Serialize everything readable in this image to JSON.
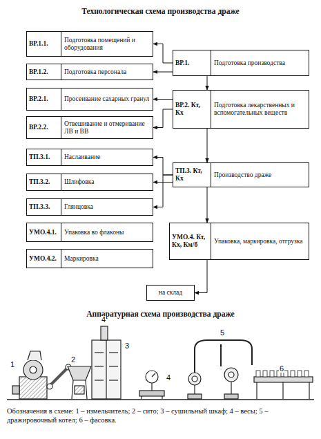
{
  "diagram": {
    "title": "Технологическая схема производства драже",
    "caption": "Обозначения в схеме: 1 – измельчитель; 2 – сито; 3 – сушильный шкаф; 4 – весы; 5 – дражировочный котел; 6 – фасовка.",
    "nodes": [
      {
        "text": [
          "ВР.1.1.",
          "Подготовка помещений и оборудования"
        ]
      },
      {
        "text": [
          "ВР.1.",
          "Подготовка производства"
        ]
      },
      {
        "text": [
          "ВР.1.2.",
          "Подготовка персонала"
        ]
      },
      {
        "text": [
          "ВР.2.1.",
          "Просеивание сахарных гранул"
        ]
      },
      {
        "text": [
          "ВР.2. Кт, Кх",
          "Подготовка лекарственных и вспомогательных веществ"
        ]
      },
      {
        "text": [
          "ВР.2.2.",
          "Отвешивание и отмеривание ЛВ и ВВ"
        ]
      },
      {
        "text": [
          "ТП.3.1.",
          "Наслаивание"
        ]
      },
      {
        "text": [
          "ТП.3. Кт, Кх",
          "Производство драже"
        ]
      },
      {
        "text": [
          "ТП.3.2.",
          "Шлифовка"
        ]
      },
      {
        "text": [
          "ТП.3.3.",
          "Глянцовка"
        ]
      },
      {
        "text": [
          "УМО.4.1.",
          "Упаковка во флаконы"
        ]
      },
      {
        "text": [
          "УМО.4. Кт, Кх, Км/б",
          "Упаковка, маркировка, отгрузка"
        ]
      },
      {
        "text": [
          "УМО.4.2.",
          "Маркировка"
        ]
      },
      {
        "text": [
          "на склад"
        ]
      }
    ],
    "edges": [
      {
        "from": 1,
        "to": 0,
        "arrow": "to"
      },
      {
        "from": 1,
        "to": 2,
        "arrow": "to"
      },
      {
        "from": 1,
        "to": 4,
        "arrow": "to"
      },
      {
        "from": 4,
        "to": 3,
        "arrow": "to"
      },
      {
        "from": 4,
        "to": 5,
        "arrow": "to"
      },
      {
        "from": 4,
        "to": 7,
        "arrow": "to"
      },
      {
        "from": 7,
        "to": 6,
        "arrow": "to"
      },
      {
        "from": 7,
        "to": 8,
        "arrow": "to"
      },
      {
        "from": 7,
        "to": 9,
        "arrow": "to"
      },
      {
        "from": 7,
        "to": 11,
        "arrow": "to"
      },
      {
        "from": 11,
        "to": 13,
        "arrow": "to"
      }
    ],
    "labels": [
      "Аппаратурная схема производства драже",
      "1",
      "2",
      "4",
      "3",
      "4",
      "5",
      "6"
    ]
  }
}
